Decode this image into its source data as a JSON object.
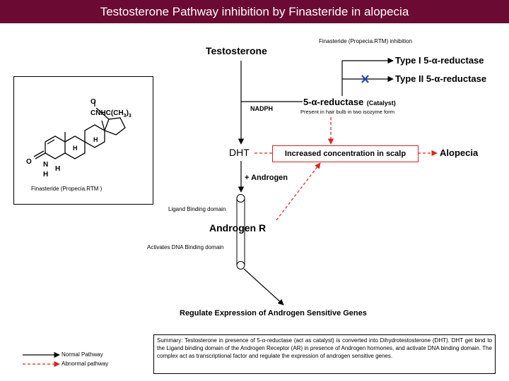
{
  "title": "Testosterone Pathway inhibition by Finasteride in alopecia",
  "nodes": {
    "testosterone": "Testosterone",
    "finasteride_inhibition": "Finasteride (Propecia.RTM) inhibition",
    "type1": "Type I 5-α-reductase",
    "type2": "Type II 5-α-reductase",
    "nadph": "NADPH",
    "reductase": "5-α-reductase",
    "catalyst": "(Catalyst)",
    "reductase_note": "Present in hair bulb in two isozyme form",
    "dht": "DHT",
    "increased": "Increased concentration in scalp",
    "alopecia": "Alopecia",
    "plus_androgen": "+ Androgen",
    "ligand_domain": "Ligand Binding domain",
    "androgen_r": "Androgen R",
    "dna_domain": "Activates DNA Binding domain",
    "regulate": "Regulate Expression of Androgen Sensitive Genes"
  },
  "molecule": {
    "caption": "Finasteride (Propecia.RTM )",
    "o_top": "O",
    "group": "CNHC(CH",
    "sub3": "3",
    "paren": ")",
    "o_left": "O",
    "n": "N",
    "h_n": "H",
    "h_ring": "H",
    "h_a": "H",
    "h_b": "H"
  },
  "legend": {
    "normal": "Normal Pathway",
    "abnormal": "Abnormal pathway"
  },
  "summary": "Summary: Testosterone in presence of 5-α-reductase (act as catalyst) is converted into Dihydrotestosterone (DHT). DHT get bind to the Ligand binding domain of the Androgen Receptor (AR) in presence of Androgen hormones, and activate DNA binding domain. The complex act as transcriptional factor and regulate the expression of androgen sensitive genes.",
  "colors": {
    "title_bar": "#6b0a33",
    "abnormal": "#e02020",
    "inhibit_mark": "#2244cc"
  }
}
